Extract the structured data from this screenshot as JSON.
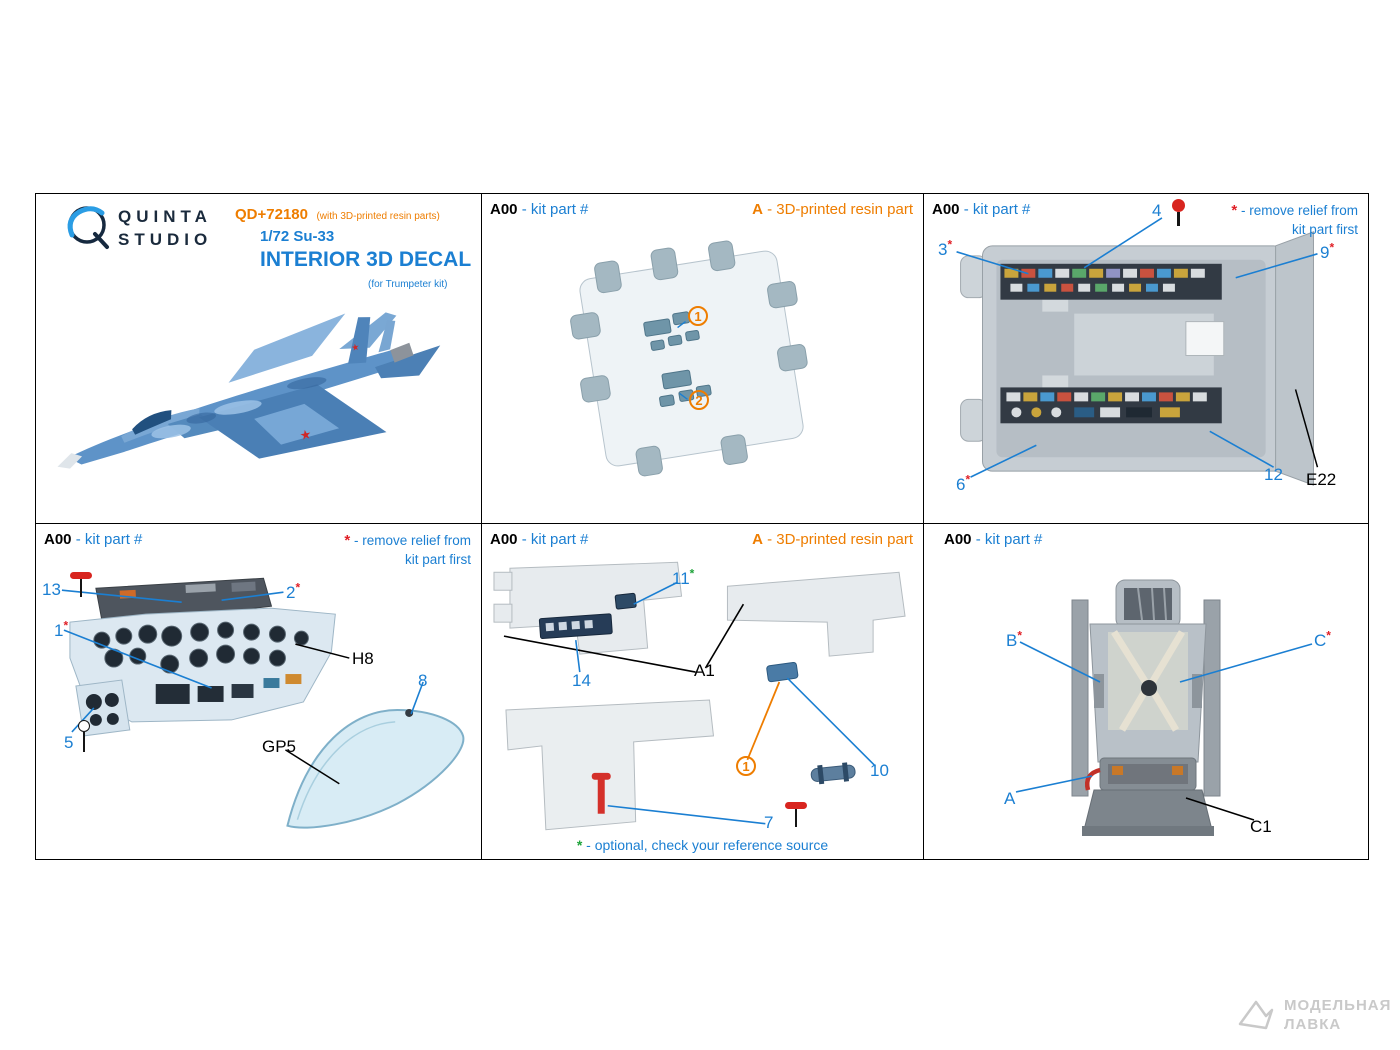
{
  "colors": {
    "accent_blue": "#1b7fd2",
    "accent_orange": "#ee7d00",
    "star_red": "#e01f26",
    "star_green": "#1fa33a",
    "brand_navy": "#1a2a3c",
    "watermark_grey": "#c9c9c9"
  },
  "brand": {
    "name_top": "QUINTA",
    "name_bottom": "STUDIO",
    "product_code": "QD+72180",
    "product_note": "(with 3D-printed resin parts)",
    "scale_subject": "1/72 Su-33",
    "title": "INTERIOR 3D DECAL",
    "kit_note": "(for Trumpeter kit)"
  },
  "legend": {
    "kit_part_code": "A00",
    "kit_part_text": "- kit part #",
    "resin_code": "A",
    "resin_text": "- 3D-printed resin part",
    "remove_star": "*",
    "remove_line1": "- remove relief from",
    "remove_line2": "kit part first",
    "optional_star": "*",
    "optional_text": "- optional, check your reference source"
  },
  "sprue_panel": {
    "c1": "1",
    "c2": "2"
  },
  "tub_panel": {
    "c3": "3",
    "c3_star": "*",
    "c4": "4",
    "c9": "9",
    "c9_star": "*",
    "c6": "6",
    "c6_star": "*",
    "c12": "12",
    "kit_ref": "E22"
  },
  "ip_panel": {
    "c13": "13",
    "c2": "2",
    "c2_star": "*",
    "c1": "1",
    "c1_star": "*",
    "c5": "5",
    "c8": "8",
    "ref_h8": "H8",
    "ref_gp5": "GP5"
  },
  "detail_panel": {
    "c11": "11",
    "c11_star": "*",
    "c14": "14",
    "ref_a1": "A1",
    "c1": "1",
    "c10": "10",
    "c7": "7"
  },
  "seat_panel": {
    "cb": "B",
    "cb_star": "*",
    "cc": "C",
    "cc_star": "*",
    "ca": "A",
    "ref_c1": "C1"
  },
  "watermark": {
    "line1": "МОДЕЛЬНАЯ",
    "line2": "ЛАВКА"
  }
}
